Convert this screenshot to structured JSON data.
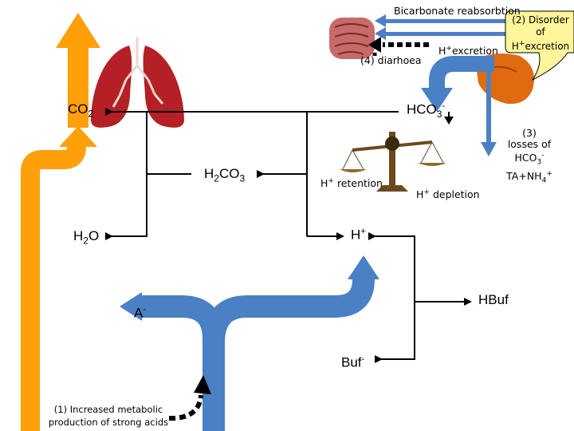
{
  "labels": {
    "bicarbonate": "Bicarbonate reabsorbtion",
    "disorder": "(2) Disorder of",
    "hexcretion_in_callout": "excretion",
    "hexcretion": "excretion",
    "diarrhoea": "(4) diarhoea",
    "co2": "CO",
    "hco3": "HCO",
    "losses_num": "(3)",
    "losses_of": "losses of",
    "losses_hco3": "HCO",
    "ta_nh4": "TA+NH",
    "h2co3": "H",
    "h_retention": "retention",
    "h_depletion": "depletion",
    "h2o": "H",
    "h_plus": "H",
    "hbuf": "HBuf",
    "a_minus": "A",
    "buf_minus": "Buf",
    "increased": "(1) Increased metabolic",
    "production": "production of strong acids"
  },
  "colors": {
    "orange": "#ffa00a",
    "blue": "#4a80c4",
    "lung": "#b42025",
    "intestine": "#c86a6a",
    "kidney": "#e06a10",
    "callout": "#fff59a",
    "scale": "#6b4a1c"
  },
  "icons": [
    "lungs-icon",
    "intestine-icon",
    "kidney-icon",
    "balance-scale-icon"
  ]
}
